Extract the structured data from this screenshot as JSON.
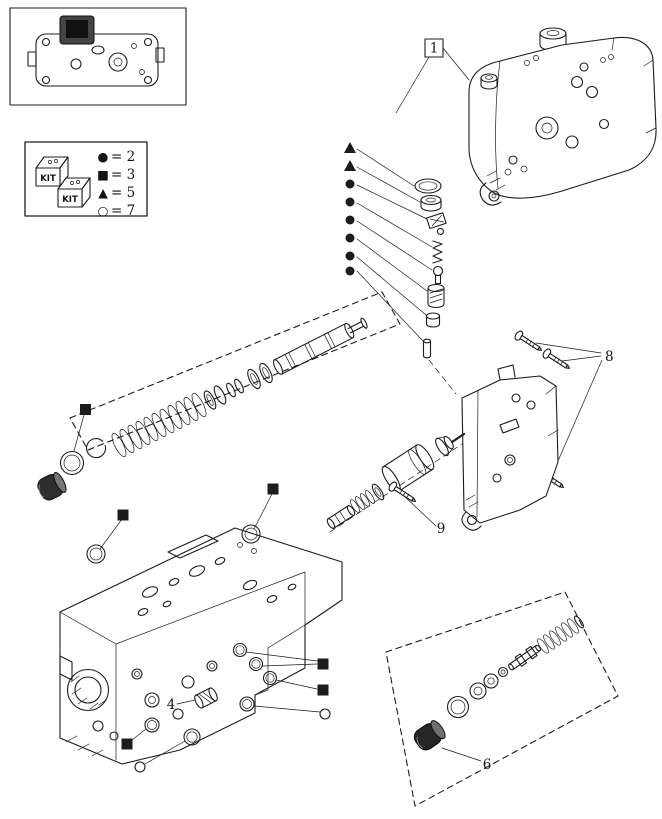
{
  "figure": {
    "background": "#ffffff",
    "ink": "#1c1c1c",
    "kit_legend": {
      "kit_label": "KIT",
      "entries": [
        {
          "symbol": "filled-circle",
          "glyph": "●",
          "text": "= 2"
        },
        {
          "symbol": "filled-square",
          "glyph": "■",
          "text": "= 3"
        },
        {
          "symbol": "filled-triangle",
          "glyph": "▲",
          "text": "= 5"
        },
        {
          "symbol": "open-circle",
          "glyph": "○",
          "text": "= 7"
        }
      ]
    },
    "callouts": {
      "c1": "1",
      "c4": "4",
      "c6": "6",
      "c8": "8",
      "c9": "9"
    }
  }
}
